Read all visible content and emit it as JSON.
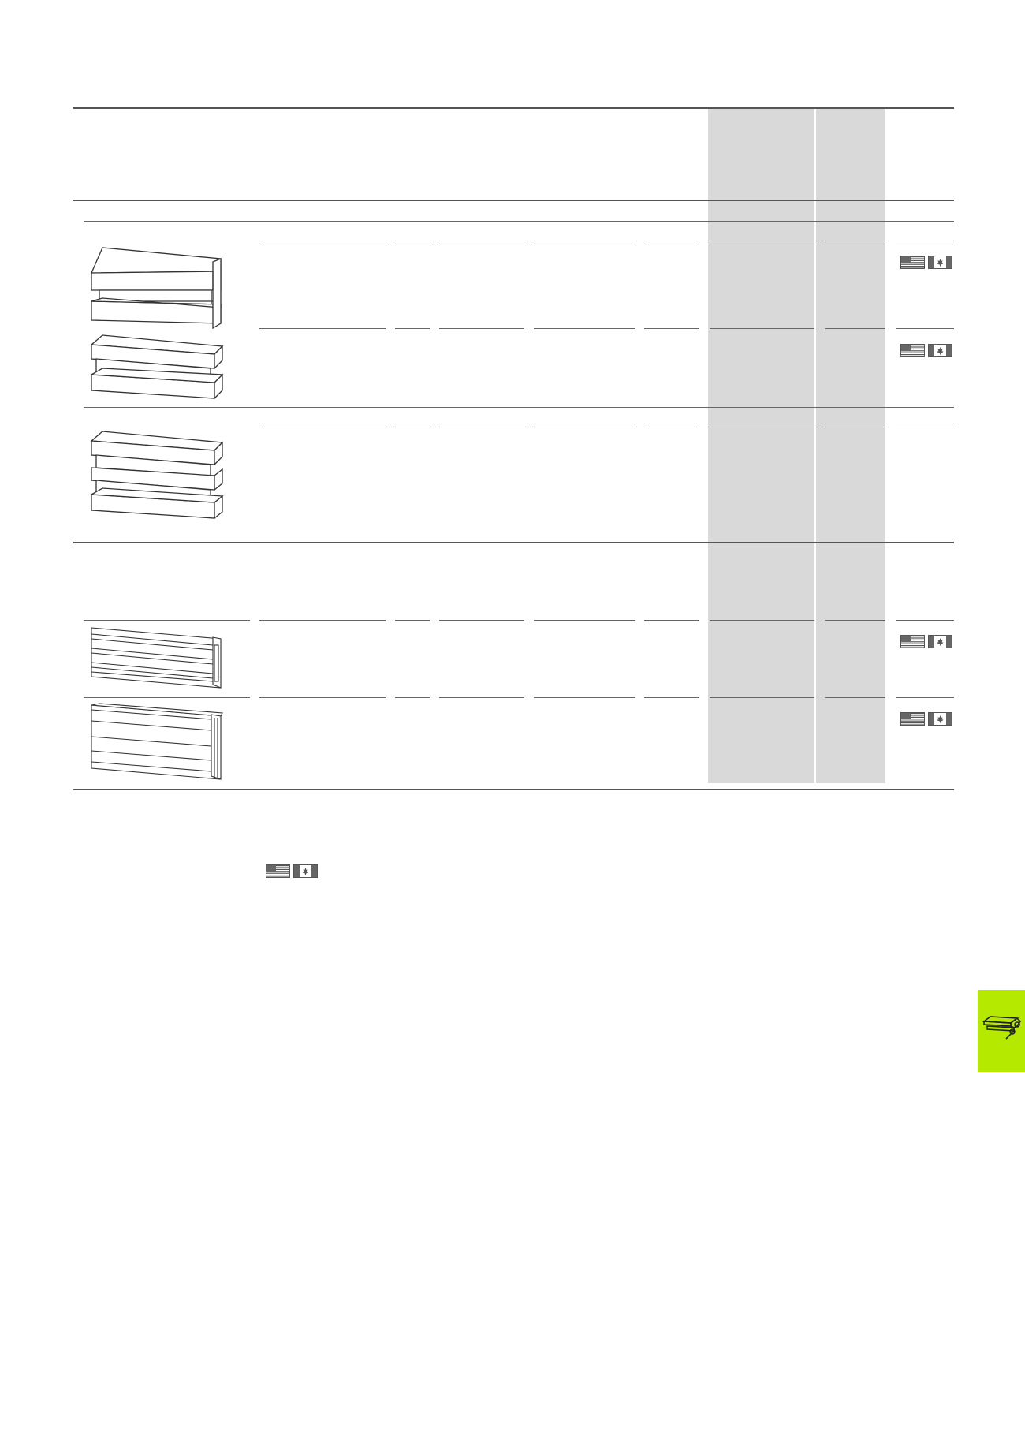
{
  "page": {
    "section_tab": {
      "color": "#b5ea00",
      "icon": "rail-profile-icon"
    },
    "shading_color": "#d9d9d9",
    "rules": {
      "color": "#555555"
    }
  },
  "products": [
    {
      "id": "profile-1",
      "icon": "single-rail-profile-icon",
      "flags": [
        "us-flag-icon",
        "canada-flag-icon"
      ]
    },
    {
      "id": "profile-2",
      "icon": "double-rail-profile-icon",
      "flags": [
        "us-flag-icon",
        "canada-flag-icon"
      ]
    },
    {
      "id": "profile-3",
      "icon": "triple-rail-profile-icon",
      "flags": []
    },
    {
      "id": "profile-4",
      "icon": "flat-rail-profile-icon",
      "flags": [
        "us-flag-icon",
        "canada-flag-icon"
      ]
    },
    {
      "id": "profile-5",
      "icon": "wide-rail-profile-icon",
      "flags": [
        "us-flag-icon",
        "canada-flag-icon"
      ]
    }
  ],
  "legend": {
    "flags": [
      "us-flag-icon",
      "canada-flag-icon"
    ]
  }
}
